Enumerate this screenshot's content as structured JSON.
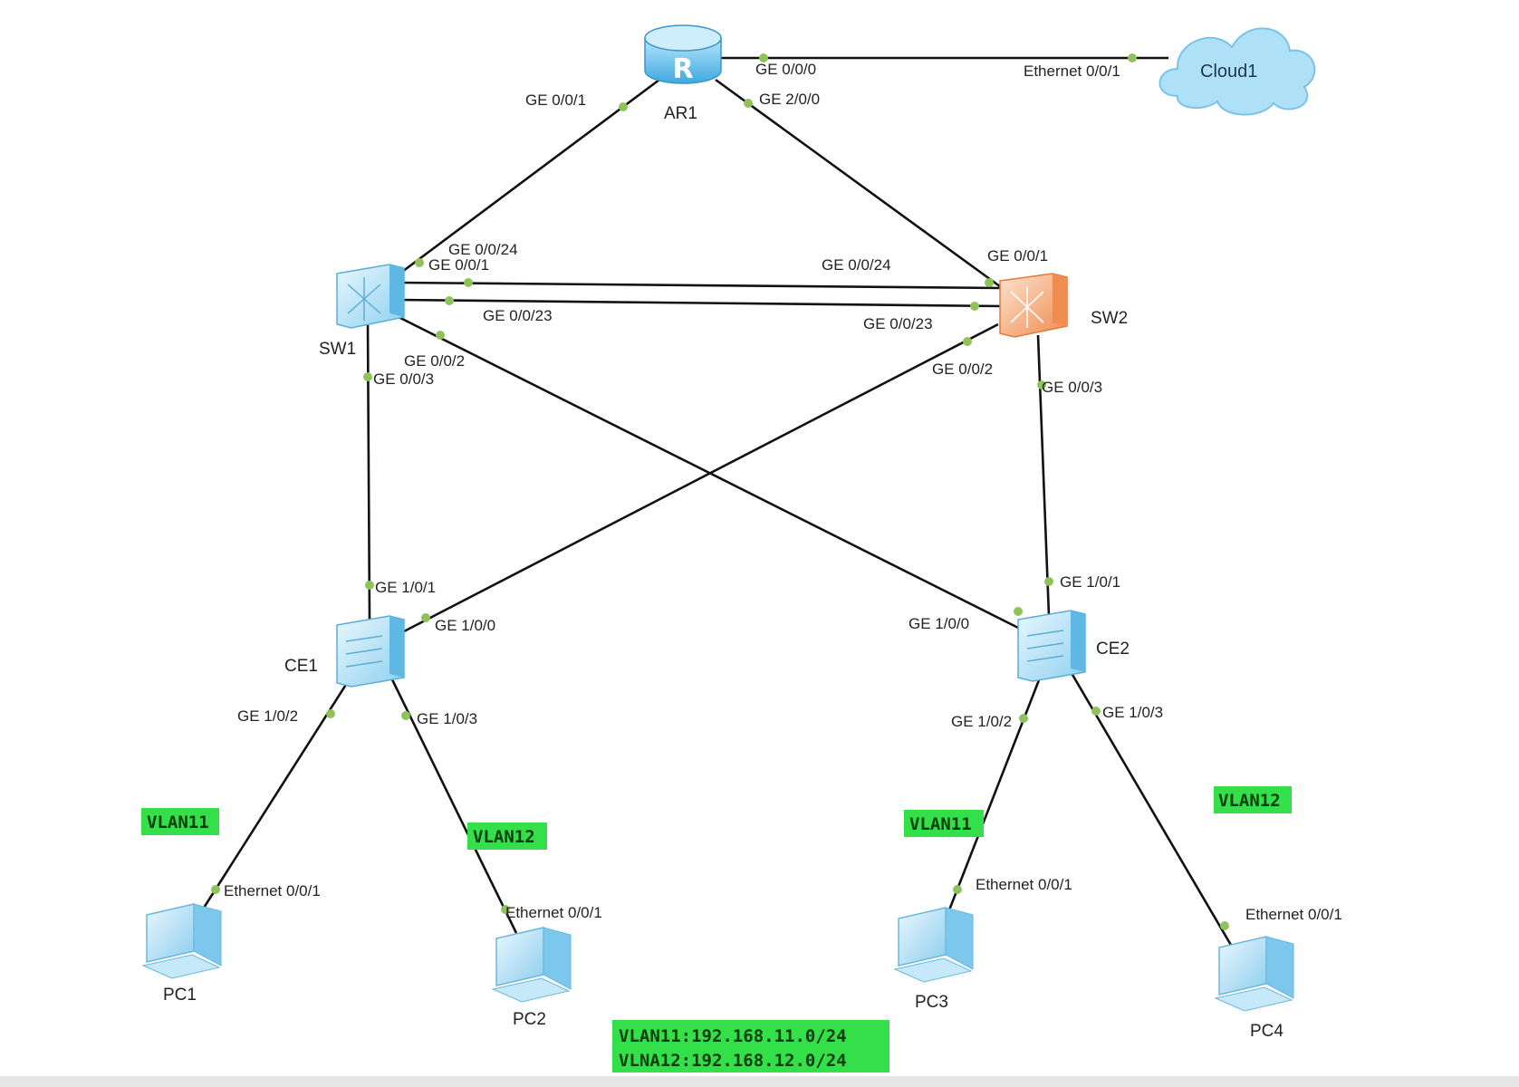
{
  "colors": {
    "link": "#111111",
    "port_dot": "#8fc35a",
    "vlan_tag_bg": "#33e04a",
    "router_blue": "#6cc4ee",
    "switch_blue": "#9ad8f2",
    "sw2_orange": "#f2a777",
    "cloud_blue": "#a9ddf6"
  },
  "devices": {
    "router": {
      "label": "AR1",
      "icon": "router-icon"
    },
    "cloud": {
      "label": "Cloud1",
      "icon": "cloud-icon"
    },
    "sw1": {
      "label": "SW1",
      "icon": "switch-icon"
    },
    "sw2": {
      "label": "SW2",
      "icon": "switch-icon"
    },
    "ce1": {
      "label": "CE1",
      "icon": "switch-icon"
    },
    "ce2": {
      "label": "CE2",
      "icon": "switch-icon"
    },
    "pc1": {
      "label": "PC1",
      "icon": "pc-icon"
    },
    "pc2": {
      "label": "PC2",
      "icon": "pc-icon"
    },
    "pc3": {
      "label": "PC3",
      "icon": "pc-icon"
    },
    "pc4": {
      "label": "PC4",
      "icon": "pc-icon"
    }
  },
  "ports": {
    "ar1_ge000": "GE 0/0/0",
    "ar1_ge001": "GE 0/0/1",
    "ar1_ge200": "GE 2/0/0",
    "cloud_eth": "Ethernet 0/0/1",
    "sw1_ge0024": "GE 0/0/24",
    "sw1_ge001": "GE 0/0/1",
    "sw1_ge0023": "GE 0/0/23",
    "sw1_ge002": "GE 0/0/2",
    "sw1_ge003": "GE 0/0/3",
    "sw2_ge001": "GE 0/0/1",
    "sw2_ge0024": "GE 0/0/24",
    "sw2_ge0023": "GE 0/0/23",
    "sw2_ge002": "GE 0/0/2",
    "sw2_ge003": "GE 0/0/3",
    "ce1_ge101": "GE 1/0/1",
    "ce1_ge100": "GE 1/0/0",
    "ce1_ge102": "GE 1/0/2",
    "ce1_ge103": "GE 1/0/3",
    "ce2_ge101": "GE 1/0/1",
    "ce2_ge100": "GE 1/0/0",
    "ce2_ge102": "GE 1/0/2",
    "ce2_ge103": "GE 1/0/3",
    "pc1_eth": "Ethernet 0/0/1",
    "pc2_eth": "Ethernet 0/0/1",
    "pc3_eth": "Ethernet 0/0/1",
    "pc4_eth": "Ethernet 0/0/1"
  },
  "vlan_tags": {
    "pc1": "VLAN11",
    "pc2": "VLAN12",
    "pc3": "VLAN11",
    "pc4": "VLAN12"
  },
  "legend": {
    "line1": "VLAN11:192.168.11.0/24",
    "line2": "VLNA12:192.168.12.0/24"
  }
}
